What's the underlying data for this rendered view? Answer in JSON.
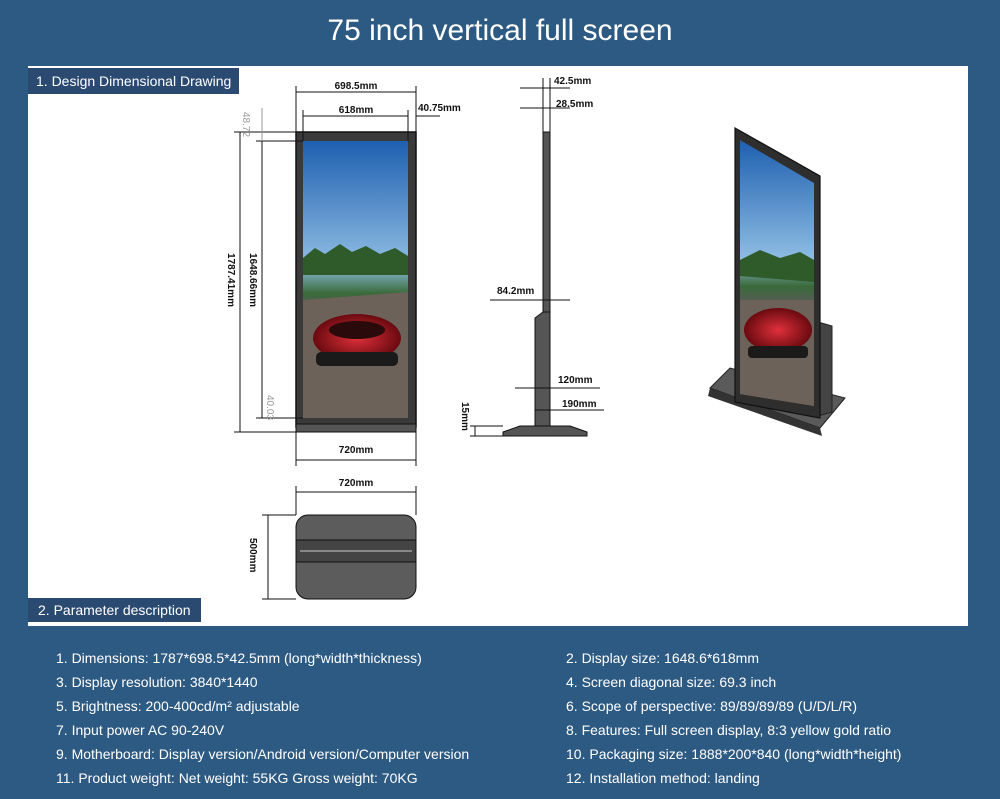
{
  "title": "75 inch vertical full screen",
  "sections": {
    "drawing": "1. Design Dimensional Drawing",
    "params": "2. Parameter description"
  },
  "dimensions": {
    "front_outer_width": "698.5mm",
    "front_screen_width": "618mm",
    "front_bezel": "40.75mm",
    "top_margin": "48.72",
    "total_height": "1787.41mm",
    "screen_height": "1648.66mm",
    "bottom_margin": "40.03",
    "base_width": "720mm",
    "side_thickness": "42.5mm",
    "side_inner": "28.5mm",
    "side_stand": "84.2mm",
    "side_base_a": "120mm",
    "side_base_b": "190mm",
    "side_base_h": "15mm",
    "top_width": "720mm",
    "top_depth": "500mm"
  },
  "params": [
    [
      "1. Dimensions: 1787*698.5*42.5mm (long*width*thickness)",
      "2. Display size: 1648.6*618mm"
    ],
    [
      "3. Display resolution: 3840*1440",
      "4. Screen diagonal size: 69.3 inch"
    ],
    [
      "5. Brightness: 200-400cd/m² adjustable",
      "6. Scope of perspective: 89/89/89/89 (U/D/L/R)"
    ],
    [
      "7. Input power AC 90-240V",
      "8. Features: Full screen display, 8:3 yellow gold ratio"
    ],
    [
      "9. Motherboard: Display version/Android version/Computer version",
      "10. Packaging size: 1888*200*840 (long*width*height)"
    ],
    [
      "11. Product weight: Net weight: 55KG Gross weight: 70KG",
      "12. Installation method: landing"
    ]
  ],
  "colors": {
    "background": "#2d5a82",
    "tag": "#2a4a72",
    "panel": "#ffffff"
  }
}
